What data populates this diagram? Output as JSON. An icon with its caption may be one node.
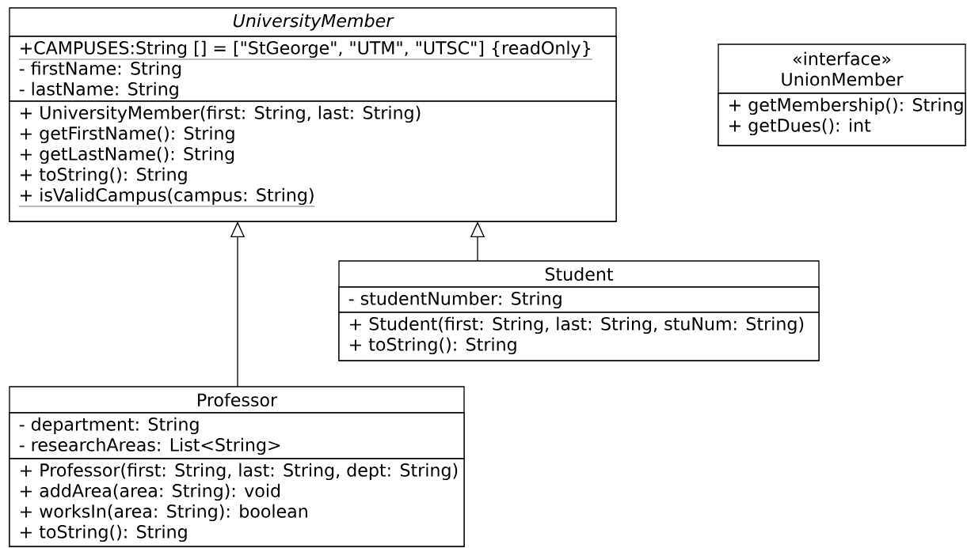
{
  "diagram": {
    "nodes": [
      {
        "text": [
          "UniversityMember"
        ]
      },
      {
        "text": [
          "+CAMPUSES:String [] = [\"StGeorge\", \"UTM\", \"UTSC\"] {readOnly}",
          "- firstName: String",
          "- lastName: String"
        ],
        "in": 0
      },
      {
        "text": [
          "+ UniversityMember(first: String, last: String)",
          "+ getFirstName(): String",
          "+ getLastName(): String",
          "+ toString(): String",
          "+ isValidCampus(campus: String)"
        ],
        "in": 0
      },
      {
        "text": [
          "«interface»",
          "UnionMember"
        ]
      },
      {
        "text": [
          "+ getMembership(): String",
          "+ getDues(): int"
        ],
        "in": 3
      },
      {
        "text": [
          "Student"
        ]
      },
      {
        "text": [
          "- studentNumber: String"
        ],
        "in": 5
      },
      {
        "text": [
          "+ Student(first: String, last: String, stuNum: String)",
          "+ toString(): String"
        ],
        "in": 5
      },
      {
        "text": [
          "Professor"
        ]
      },
      {
        "text": [
          "- department: String",
          "- researchAreas: List<String>"
        ],
        "in": 8
      },
      {
        "text": [
          "+ Professor(first: String, last: String, dept: String)",
          "+ addArea(area: String): void",
          "+ worksIn(area: String): boolean",
          "+ toString(): String"
        ],
        "in": 8
      }
    ],
    "edges": [
      {
        "from": 8,
        "to": 0,
        "arrow": "to"
      },
      {
        "from": 5,
        "to": 0,
        "arrow": "to"
      }
    ]
  }
}
